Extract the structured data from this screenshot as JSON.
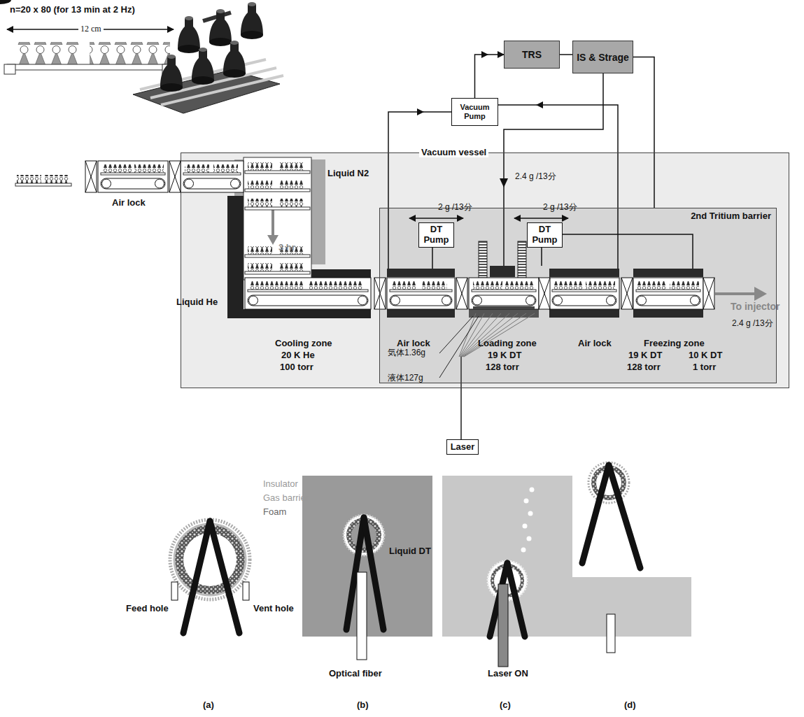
{
  "diagram": {
    "nodes": [
      {
        "text": [
          "TRS"
        ]
      },
      {
        "text": [
          "IS & Strage"
        ]
      },
      {
        "text": [
          "Vacuum Pump"
        ]
      },
      {
        "text": [
          "Vacuum vessel"
        ]
      },
      {
        "text": [
          "2nd Tritium barrier"
        ],
        "in": 3
      },
      {
        "text": [
          "DT Pump"
        ],
        "in": 4
      },
      {
        "text": [
          "DT Pump"
        ],
        "in": 4
      },
      {
        "text": [
          "Laser"
        ]
      }
    ],
    "edges": [
      {
        "from": 2,
        "to": 0,
        "arrow": "to"
      },
      {
        "from": 0,
        "to": 1,
        "arrow": "none"
      },
      {
        "from": 1,
        "to": 4,
        "arrow": "none"
      }
    ],
    "labels": [
      "n=20 x 80 (for 13 min at 2 Hz)",
      "12 cm",
      "Air lock",
      "Liquid N2",
      "3 hr",
      "Liquid He",
      "2.4 g /13分",
      "2 g /13分",
      "2 g /13分",
      "Cooling zone",
      "20 K He",
      "100 torr",
      "Air lock",
      "Loading zone",
      "19 K DT",
      "128 torr",
      "Air lock",
      "Freezing zone",
      "19 K DT",
      "128 torr",
      "10 K DT",
      "1 torr",
      "気体1.36g",
      "液体127g",
      "To injector",
      "2.4 g /13分",
      "Insulator",
      "Gas barrier",
      "Foam",
      "Feed hole",
      "Vent hole",
      "Liquid DT",
      "Optical fiber",
      "Laser ON",
      "(a)",
      "(b)",
      "(c)",
      "(d)"
    ]
  }
}
